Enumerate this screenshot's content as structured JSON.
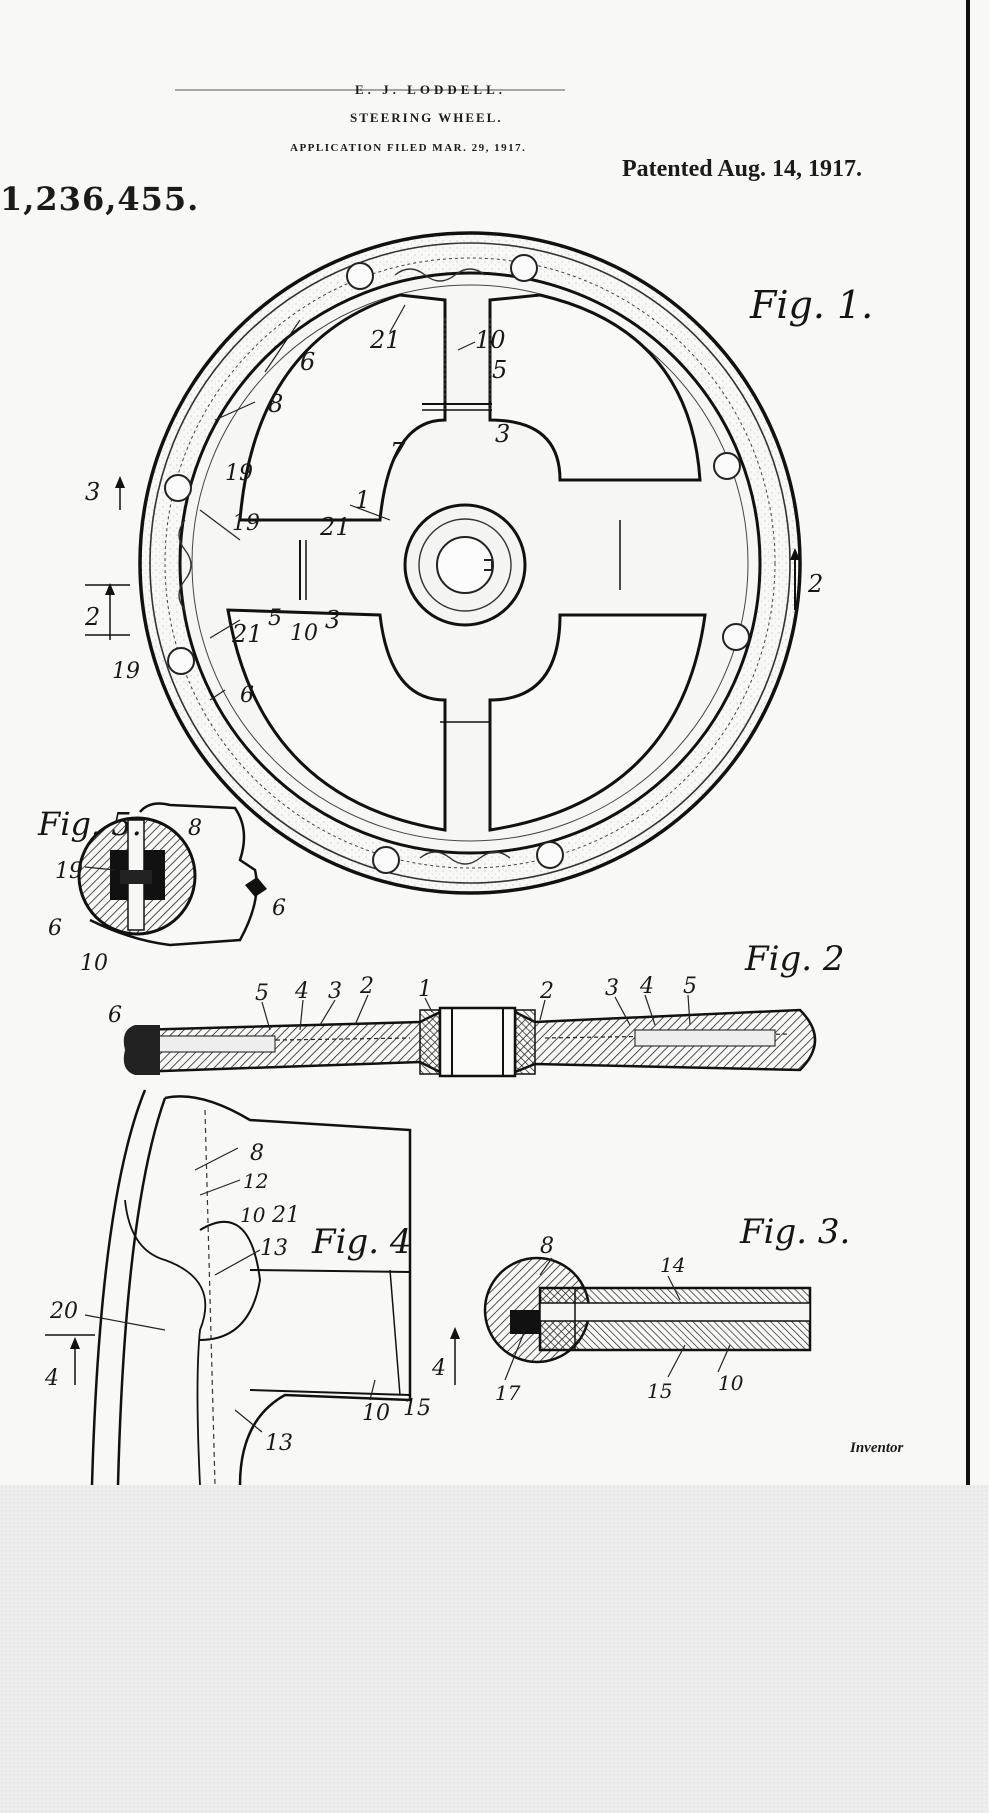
{
  "header": {
    "inventor": "E. J. LODDELL.",
    "title": "STEERING WHEEL.",
    "application": "APPLICATION FILED MAR. 29, 1917.",
    "patent_number": "1,236,455.",
    "patented": "Patented Aug. 14, 1917."
  },
  "figures": {
    "fig1": "Fig. 1.",
    "fig2": "Fig. 2",
    "fig3": "Fig. 3.",
    "fig4": "Fig. 4",
    "fig5": "Fig. 5."
  },
  "labels": {
    "l21": "21",
    "l10": "10",
    "l5": "5",
    "l3": "3",
    "l6": "6",
    "l8": "8",
    "l7": "7",
    "l19": "19",
    "l1": "1",
    "l2": "2",
    "l4": "4",
    "l12": "12",
    "l13": "13",
    "l14": "14",
    "l15": "15",
    "l17": "17",
    "l20": "20"
  },
  "footer": {
    "inventor_label": "Inventor"
  }
}
